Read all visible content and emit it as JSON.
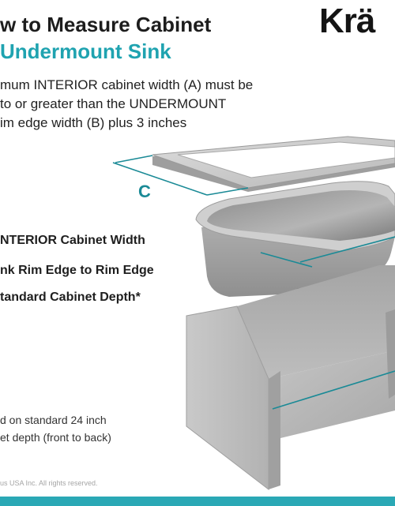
{
  "header": {
    "title": "w to Measure Cabinet",
    "subtitle": "Undermount Sink",
    "logo": "Krä"
  },
  "description": {
    "lines": [
      "mum INTERIOR cabinet width (A) must be",
      "to or greater than the UNDERMOUNT",
      "im edge width (B) plus 3 inches"
    ]
  },
  "dimension_label": "C",
  "legend": [
    "NTERIOR Cabinet Width",
    "nk Rim Edge to Rim Edge",
    "tandard Cabinet Depth*"
  ],
  "note": {
    "lines": [
      "d on standard 24 inch",
      "et depth (front to back)"
    ]
  },
  "copyright": "us USA Inc. All rights reserved.",
  "colors": {
    "accent": "#1fa3b0",
    "dimension_line": "#1a8a96",
    "footer": "#2aa8b5"
  }
}
